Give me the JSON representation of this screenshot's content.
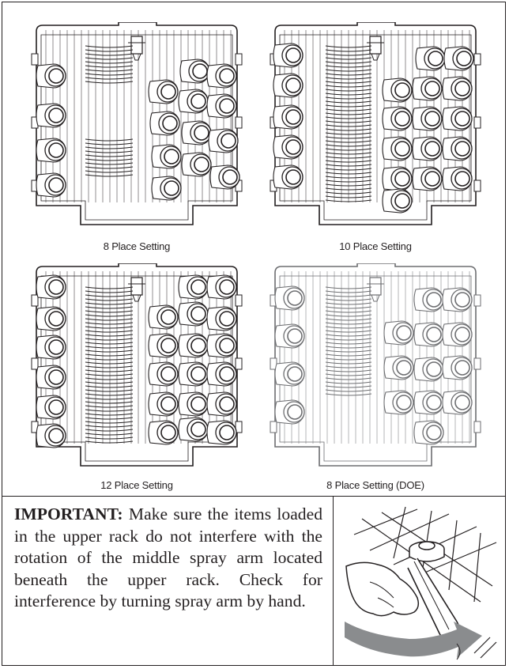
{
  "racks": [
    {
      "caption": "8 Place Setting"
    },
    {
      "caption": "10 Place Setting"
    },
    {
      "caption": "12 Place Setting"
    },
    {
      "caption": "8 Place Setting (DOE)"
    }
  ],
  "important": {
    "label": "IMPORTANT:",
    "text": "Make sure the items loaded in the upper rack do not interfere with the rotation of the middle spray arm located beneath the upper rack. Check for interference by turning spray arm by hand."
  },
  "icons": {
    "rack": "dishwasher-upper-rack-icon",
    "spray_arm": "spray-arm-illustration"
  }
}
